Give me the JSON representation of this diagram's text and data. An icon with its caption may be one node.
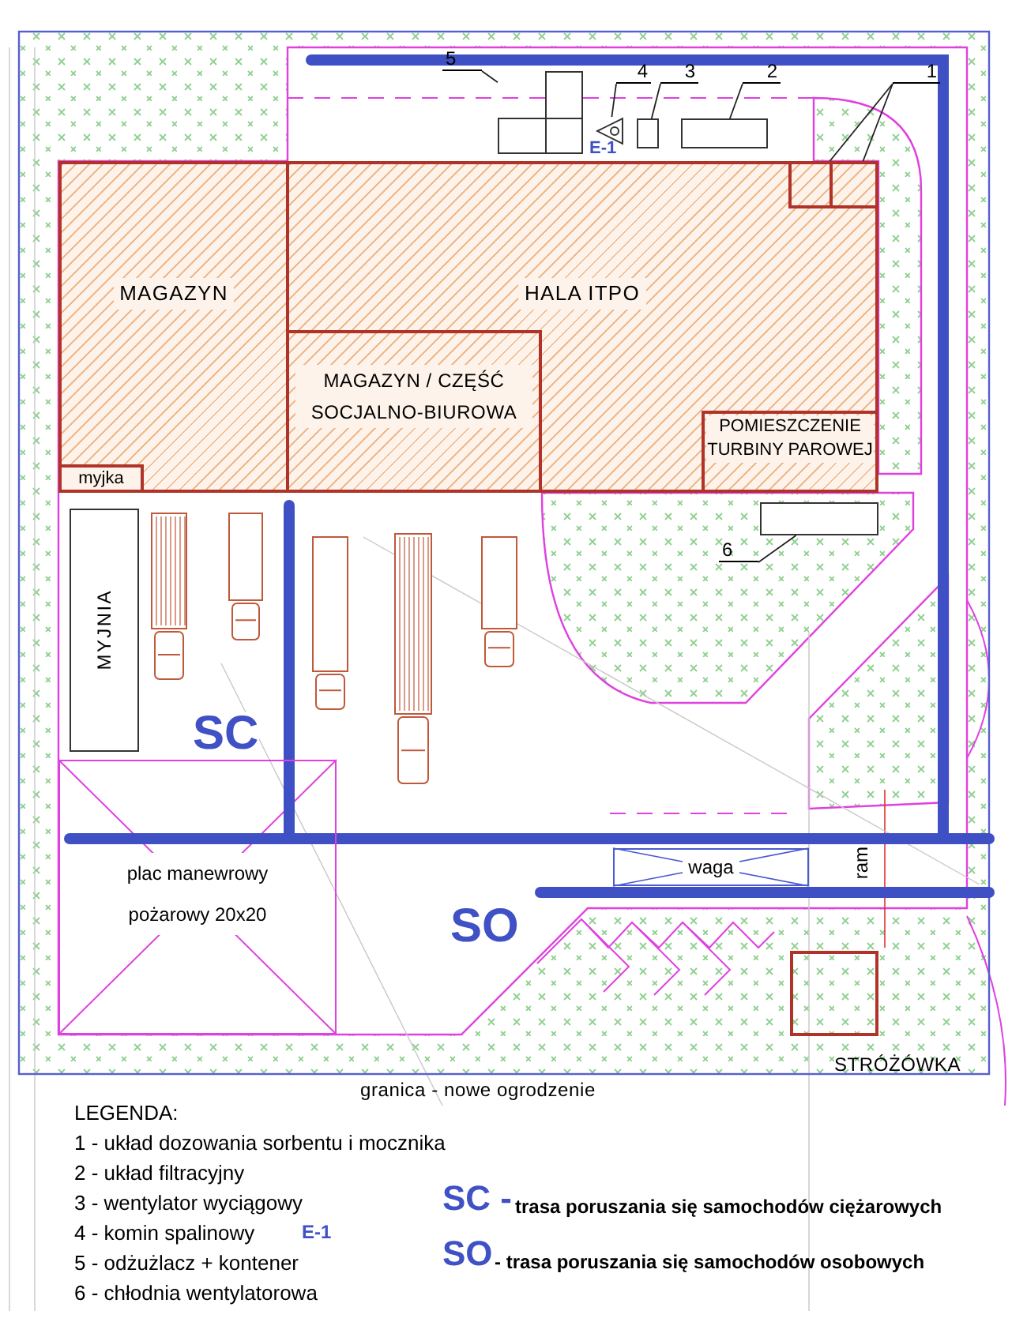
{
  "diagram": {
    "nodes": [
      {
        "text": [
          "MAGAZYN"
        ]
      },
      {
        "text": [
          "HALA ITPO"
        ]
      },
      {
        "text": [
          "MAGAZYN / CZĘŚĆ SOCJALNO-BIUROWA"
        ],
        "in": 1
      },
      {
        "text": [
          "POMIESZCZENIE TURBINY PAROWEJ"
        ],
        "in": 1
      },
      {
        "text": [
          "myjka"
        ],
        "in": 0
      },
      {
        "text": [
          "MYJNIA"
        ]
      },
      {
        "text": [
          "plac manewrowy pożarowy 20x20"
        ]
      },
      {
        "text": [
          "waga"
        ]
      },
      {
        "text": [
          "STRÓŻÓWKA"
        ]
      },
      {
        "text": [
          "5"
        ]
      },
      {
        "text": [
          "4"
        ]
      },
      {
        "text": [
          "3"
        ]
      },
      {
        "text": [
          "2"
        ]
      },
      {
        "text": [
          "1"
        ]
      },
      {
        "text": [
          "6"
        ]
      },
      {
        "text": [],
        "shape": "box"
      },
      {
        "text": [],
        "shape": "triangle",
        "beside": [
          "E-1"
        ]
      },
      {
        "text": [],
        "shape": "box"
      },
      {
        "text": [],
        "shape": "box"
      },
      {
        "text": [],
        "shape": "box",
        "in": 1
      },
      {
        "text": [],
        "shape": "box",
        "in": 1
      },
      {
        "text": [],
        "shape": "box"
      }
    ],
    "edges": [
      {
        "from": 9,
        "to": 15,
        "arrow": "none"
      },
      {
        "from": 10,
        "to": 16,
        "arrow": "none"
      },
      {
        "from": 11,
        "to": 17,
        "arrow": "none"
      },
      {
        "from": 12,
        "to": 18,
        "arrow": "none"
      },
      {
        "from": 13,
        "to": 19,
        "arrow": "none"
      },
      {
        "from": 13,
        "to": 20,
        "arrow": "none"
      },
      {
        "from": 14,
        "to": 21,
        "arrow": "none"
      }
    ],
    "labels": [
      "SC",
      "SO",
      "ram",
      "granica - nowe ogrodzenie",
      "LEGENDA:",
      "1 - układ dozowania sorbentu i mocznika",
      "2 - układ filtracyjny",
      "3 - wentylator wyciągowy",
      "4 - komin spalinowy",
      "E-1",
      "5 - odżużlacz + kontener",
      "6 - chłodnia wentylatorowa",
      "SC -",
      "trasa poruszania się samochodów ciężarowych",
      "SO",
      "- trasa poruszania się samochodów osobowych"
    ]
  }
}
